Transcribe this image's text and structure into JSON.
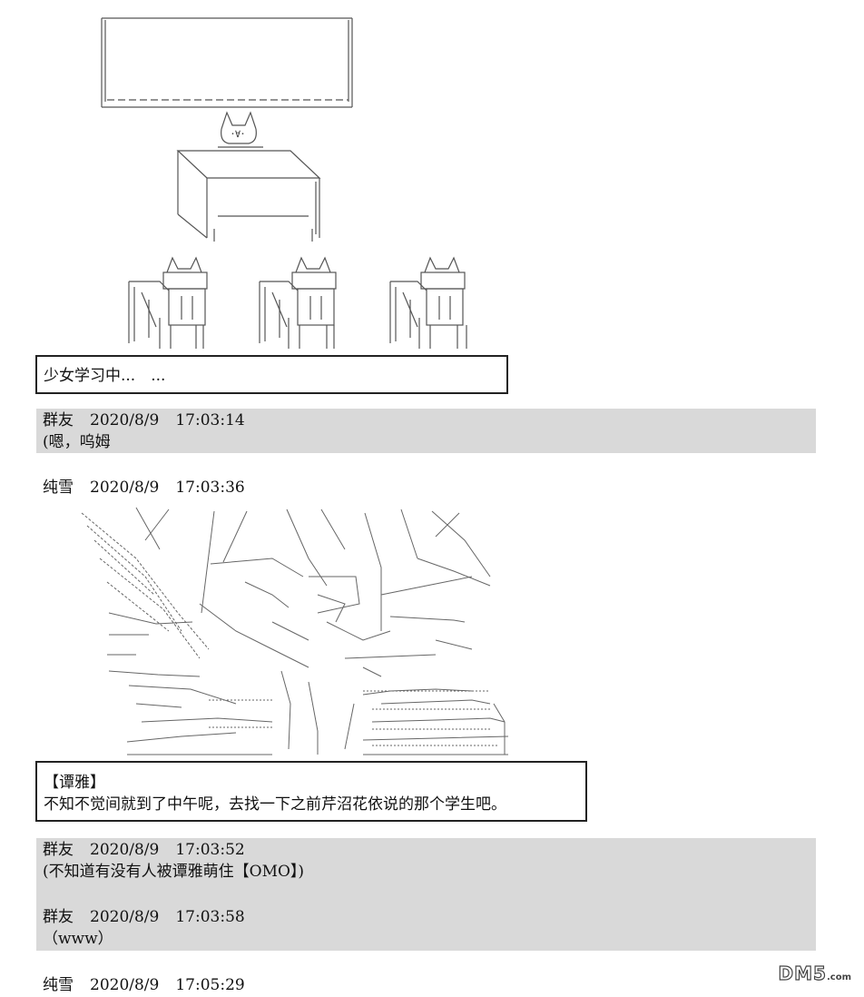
{
  "narration1": "少女学习中...　...",
  "posts": [
    {
      "user": "群友",
      "date": "2020/8/9",
      "time": "17:03:14",
      "text": "(嗯，呜姆"
    },
    {
      "user": "纯雪",
      "date": "2020/8/9",
      "time": "17:03:36",
      "text": ""
    },
    {
      "user": "群友",
      "date": "2020/8/9",
      "time": "17:03:52",
      "text": "(不知道有没有人被谭雅萌住【OMO】)"
    },
    {
      "user": "群友",
      "date": "2020/8/9",
      "time": "17:03:58",
      "text": "（www）"
    },
    {
      "user": "纯雪",
      "date": "2020/8/9",
      "time": "17:05:29",
      "text": ""
    }
  ],
  "narration2": {
    "speaker": "【谭雅】",
    "text": "不知不觉间就到了中午呢，去找一下之前芹沼花依说的那个学生吧。"
  },
  "logo": {
    "main": "DM5",
    "sub": ".com"
  }
}
